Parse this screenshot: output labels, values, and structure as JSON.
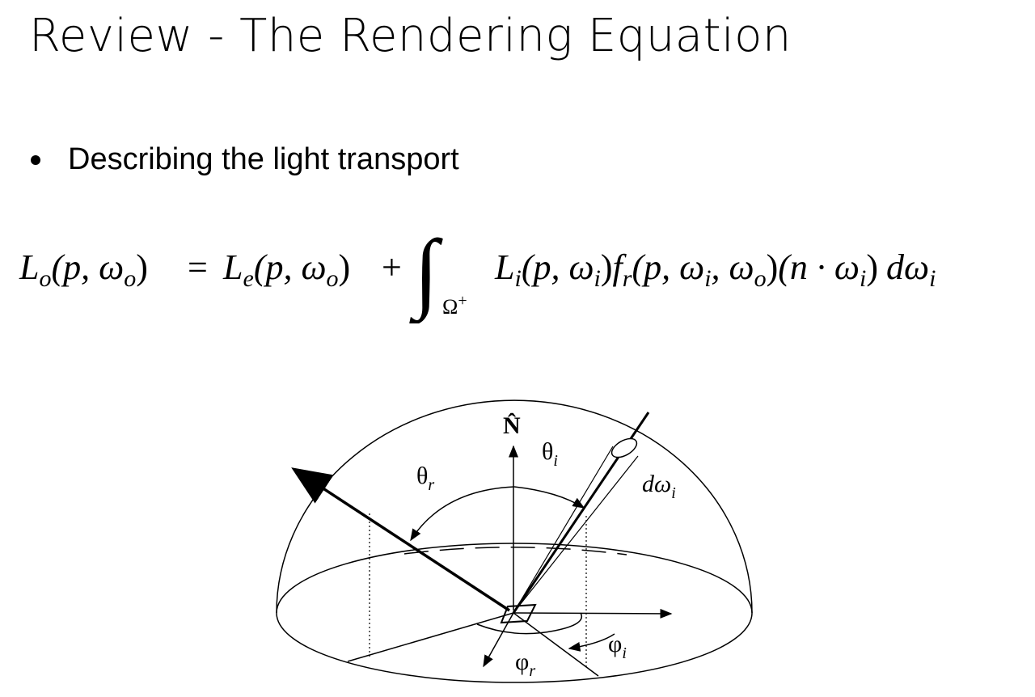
{
  "title": "Review - The Rendering Equation",
  "bullets": [
    {
      "text": "Describing the light transport"
    }
  ],
  "equation": {
    "lhs_main": "L",
    "lhs_sub": "o",
    "lhs_args": "(p, ω",
    "lhs_args_sub": "o",
    "lhs_close": ")",
    "equals": "=",
    "emit_main": "L",
    "emit_sub": "e",
    "emit_args": "(p, ω",
    "emit_args_sub": "o",
    "emit_close": ")",
    "plus": "+",
    "integral": "∫",
    "domain_main": "Ω",
    "domain_sup": "+",
    "li_main": "L",
    "li_sub": "i",
    "li_args": "(p, ω",
    "li_args_sub": "i",
    "li_close": ")",
    "fr_main": "f",
    "fr_sub": "r",
    "fr_args_1": "(p, ω",
    "fr_args_sub_1": "i",
    "fr_args_2": ", ω",
    "fr_args_sub_2": "o",
    "fr_close": ")",
    "cos_open": "(n · ω",
    "cos_sub": "i",
    "cos_close": ")",
    "dw_main": "dω",
    "dw_sub": "i"
  },
  "diagram": {
    "normal_label": "N̂",
    "theta_i_main": "θ",
    "theta_i_sub": "i",
    "theta_r_main": "θ",
    "theta_r_sub": "r",
    "domega_main": "dω",
    "domega_sub": "i",
    "phi_i_main": "φ",
    "phi_i_sub": "i",
    "phi_r_main": "φ",
    "phi_r_sub": "r"
  }
}
